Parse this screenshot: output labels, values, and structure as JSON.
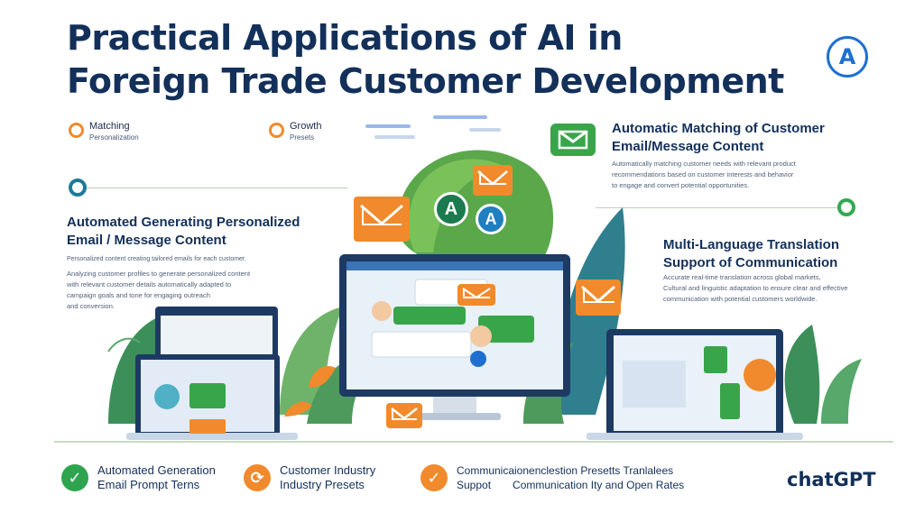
{
  "title": {
    "line1": "Practical Applications of AI in",
    "line2": "Foreign Trade Customer Development"
  },
  "brand_badge": "A",
  "tags": [
    {
      "label": "Matching",
      "sub": "Personalization"
    },
    {
      "label": "Growth",
      "sub": "Presets"
    }
  ],
  "left_section": {
    "heading_line1": "Automated Generating Personalized",
    "heading_line2": "Email / Message Content",
    "lead": "Personalized content creating tailored emails for each customer.",
    "body_line1": "Analyzing customer profiles to generate personalized content",
    "body_line2": "with relevant customer details automatically adapted to",
    "body_line3": "campaign goals and tone for engaging outreach",
    "body_line4": "and conversion."
  },
  "right_top": {
    "heading_line1": "Automatic Matching of Customer",
    "heading_line2": "Email/Message Content",
    "body_line1": "Automatically matching customer needs with relevant product",
    "body_line2": "recommendations based on customer interests and behavior",
    "body_line3": "to engage and convert potential opportunities."
  },
  "right_mid": {
    "heading_line1": "Multi-Language Translation",
    "heading_line2": "Support of Communication",
    "body_line1": "Accurate real-time translation across global markets,",
    "body_line2": "Cultural and linguistic adaptation to ensure clear and effective",
    "body_line3": "communication with potential customers worldwide."
  },
  "bubbles": {
    "a1": "A",
    "a2": "A"
  },
  "bottom": [
    {
      "line1": "Automated Generation",
      "line2": "Email Prompt Terns",
      "icon": "check-icon",
      "color": "#2ea44f"
    },
    {
      "line1": "Customer Industry",
      "line2": "Industry Presets",
      "icon": "gear-check-icon",
      "color": "#f08a2c"
    },
    {
      "line1": "Communicaionenclestion Presetts Tranlalees",
      "line2a": "Suppot",
      "line2b": "Communication Ity and Open Rates",
      "icon": "check-icon",
      "color": "#f08a2c"
    }
  ],
  "footer_brand": "chatGPT",
  "colors": {
    "navy": "#13305a",
    "orange": "#f08a2c",
    "green": "#39a54a",
    "teal": "#1e7a98",
    "blue": "#1f6fd1"
  }
}
